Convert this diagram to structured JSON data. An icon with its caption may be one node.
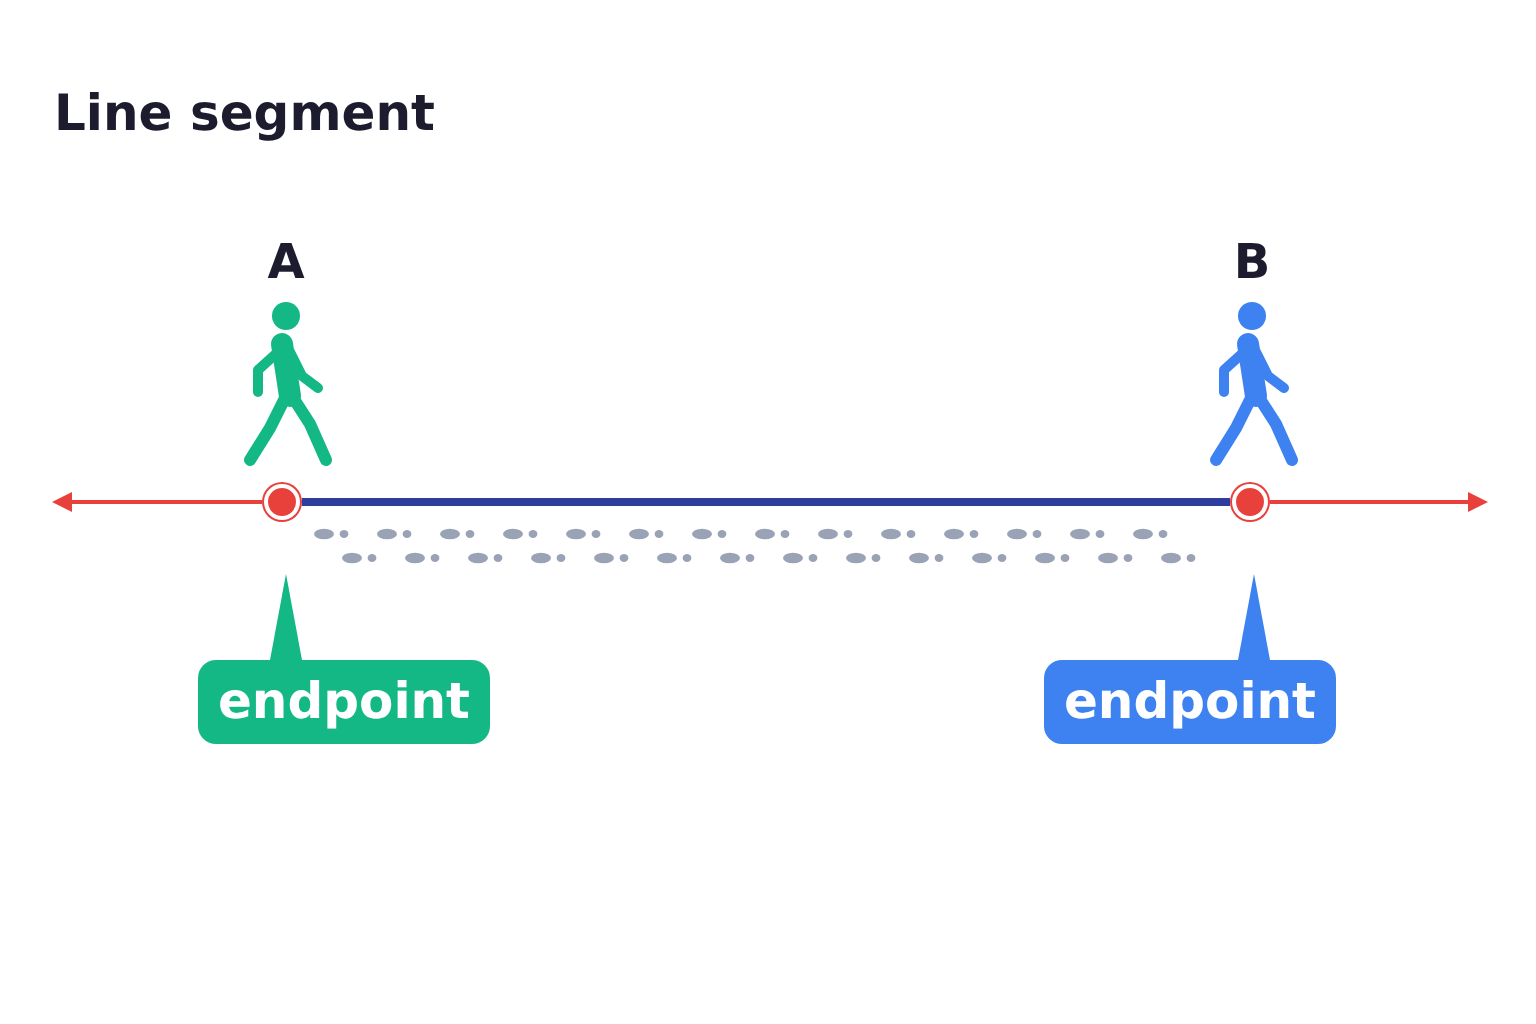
{
  "diagram": {
    "title": "Line segment",
    "nodes": [
      {
        "text": [],
        "shape": "circle"
      },
      {
        "text": [],
        "shape": "circle"
      },
      {
        "text": [
          "endpoint"
        ]
      },
      {
        "text": [
          "endpoint"
        ]
      }
    ],
    "edges": [
      {
        "from": 0,
        "to": 1,
        "arrow": "none",
        "style": "thick",
        "color": "#2e3d9e"
      },
      {
        "from": 0,
        "to": null,
        "arrow": "to",
        "color": "#e8413c"
      },
      {
        "from": 1,
        "to": null,
        "arrow": "to",
        "color": "#e8413c"
      },
      {
        "from": 2,
        "to": 0,
        "arrow": "none",
        "color": "#13b884"
      },
      {
        "from": 3,
        "to": 1,
        "arrow": "none",
        "color": "#3d82f0"
      }
    ],
    "labels": [
      "A",
      "B"
    ]
  }
}
